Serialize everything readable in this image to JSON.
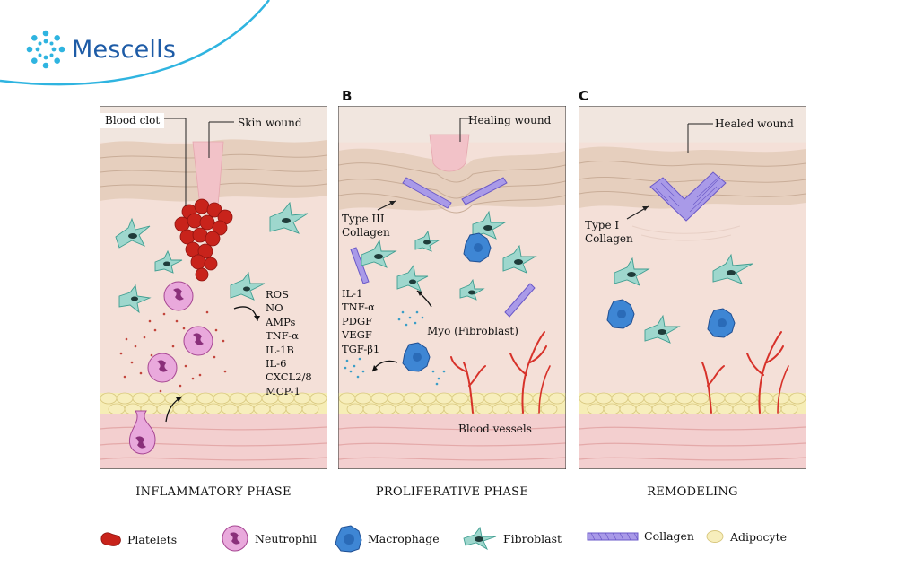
{
  "brand": {
    "name": "Mescells",
    "logo_icon": "mescells-dots-icon",
    "color": "#1d5ba6",
    "accent": "#2fb4e0"
  },
  "panels": [
    {
      "letter": "",
      "phase": "INFLAMMATORY PHASE",
      "labels": {
        "clot": "Blood clot",
        "wound": "Skin wound"
      },
      "mediators": [
        "ROS",
        "NO",
        "AMPs",
        "TNF-α",
        "IL-1B",
        "IL-6",
        "CXCL2/8",
        "MCP-1"
      ]
    },
    {
      "letter": "B",
      "phase": "PROLIFERATIVE PHASE",
      "labels": {
        "wound": "Healing wound",
        "collagen": "Type III\nCollagen",
        "myo": "Myo (Fibroblast)",
        "vessels": "Blood vessels"
      },
      "factors": [
        "IL-1",
        "TNF-α",
        "PDGF",
        "VEGF",
        "TGF-β1"
      ]
    },
    {
      "letter": "C",
      "phase": "REMODELING",
      "labels": {
        "wound": "Healed wound",
        "collagen": "Type I\nCollagen"
      }
    }
  ],
  "legend": [
    {
      "icon": "platelet-icon",
      "label": "Platelets"
    },
    {
      "icon": "neutrophil-icon",
      "label": "Neutrophil"
    },
    {
      "icon": "macrophage-icon",
      "label": "Macrophage"
    },
    {
      "icon": "fibroblast-icon",
      "label": "Fibroblast"
    },
    {
      "icon": "collagen-icon",
      "label": "Collagen"
    },
    {
      "icon": "adipocyte-icon",
      "label": "Adipocyte"
    }
  ],
  "colors": {
    "epidermis": "#e8d5c6",
    "dermis": "#f5e1d8",
    "fat": "#f6edb6",
    "muscle": "#f1c6c6",
    "platelet": "#d2241c",
    "neutrophil": "#e9a9dc",
    "macrophage": "#3e86d4",
    "fibroblast": "#9ed7cd",
    "collagen": "#7b6ad6",
    "vessel": "#d7322a"
  }
}
